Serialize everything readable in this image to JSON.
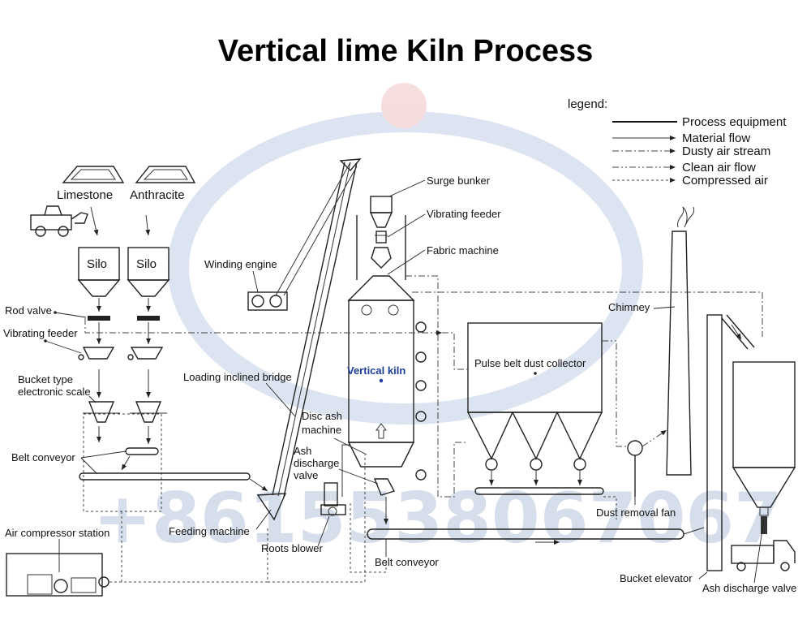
{
  "title": "Vertical lime Kiln Process",
  "watermark": "+8615538067067",
  "legend": {
    "heading": "legend:",
    "items": [
      {
        "label": "Process equipment",
        "style": "solid"
      },
      {
        "label": "Material flow",
        "style": "arrow"
      },
      {
        "label": "Dusty air stream",
        "style": "dash-dot"
      },
      {
        "label": "Clean air flow",
        "style": "dash-dot-dot"
      },
      {
        "label": "Compressed air",
        "style": "dotted"
      }
    ]
  },
  "labels": {
    "limestone": "Limestone",
    "anthracite": "Anthracite",
    "silo1": "Silo",
    "silo2": "Silo",
    "rod_valve": "Rod valve",
    "vibrating_feeder_left": "Vibrating feeder",
    "bucket_scale_1": "Bucket type",
    "bucket_scale_2": "electronic scale",
    "belt_conveyor_left": "Belt conveyor",
    "air_compressor": "Air compressor station",
    "feeding_machine": "Feeding machine",
    "roots_blower": "Roots blower",
    "winding_engine": "Winding engine",
    "loading_bridge": "Loading inclined bridge",
    "surge_bunker": "Surge bunker",
    "vibrating_feeder_top": "Vibrating feeder",
    "fabric_machine": "Fabric machine",
    "vertical_kiln": "Vertical kiln",
    "disc_ash_1": "Disc ash",
    "disc_ash_2": "machine",
    "ash_valve_1": "Ash",
    "ash_valve_2": "discharge",
    "ash_valve_3": "valve",
    "belt_conveyor_bottom": "Belt conveyor",
    "pulse_collector": "Pulse belt dust collector",
    "chimney": "Chimney",
    "dust_fan": "Dust removal fan",
    "bucket_elevator": "Bucket elevator",
    "ash_discharge_valve_right": "Ash discharge valve"
  },
  "colors": {
    "title": "#000000",
    "kiln_label": "#1c3f9a",
    "watermark": "#c9d3e6",
    "logo_red": "#e8a0a0"
  }
}
